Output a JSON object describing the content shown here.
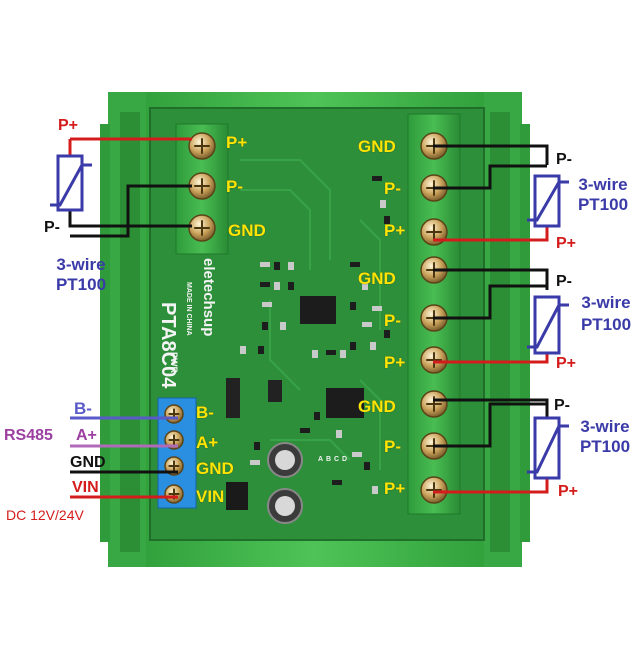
{
  "board": {
    "model": "PTA8C04",
    "brand": "eletechsup",
    "origin": "MADE IN CHINA",
    "pwr": "PWR",
    "chip_letters": [
      "A",
      "B",
      "C",
      "D"
    ]
  },
  "terminals": {
    "left": [
      "P+",
      "P-",
      "GND"
    ],
    "right": [
      "GND",
      "P-",
      "P+",
      "GND",
      "P-",
      "P+",
      "GND",
      "P-",
      "P+"
    ],
    "power": [
      "B-",
      "A+",
      "GND",
      "VIN"
    ]
  },
  "wiring": {
    "sensor_name": "3-wire PT100",
    "sensor_line1": "3-wire",
    "sensor_line2": "PT100",
    "p_plus": "P+",
    "p_minus": "P-",
    "b_minus": "B-",
    "a_plus": "A+",
    "gnd": "GND",
    "vin": "VIN",
    "rs485": "RS485",
    "dc_supply": "DC 12V/24V"
  },
  "colors": {
    "pcb": "#2d8f3a",
    "din_case": "#3fb44a",
    "red_wire": "#d41c1c",
    "black_wire": "#111111",
    "blue_wire": "#5a5ac8",
    "purple_wire": "#b06ab8",
    "sensor_blue": "#3a3aa8",
    "label_yellow": "#ffe600"
  }
}
